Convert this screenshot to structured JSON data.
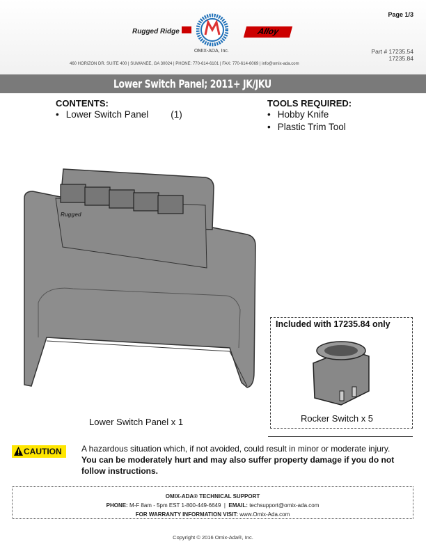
{
  "header": {
    "page": "Page 1/3",
    "brand_left": "Rugged Ridge",
    "brand_center": "OMIX-ADA, Inc.",
    "brand_right": "Alloy",
    "part_label": "Part # 17235.54",
    "part_alt": "17235.84",
    "address": "460 HORIZON DR. SUITE 400  |  SUWANEE, GA 30024  |  PHONE: 770-614-6101  |  FAX: 770-614-6069  |  info@omix-ada.com"
  },
  "title": "Lower Switch Panel; 2011+ JK/JKU",
  "contents": {
    "heading": "CONTENTS:",
    "items": [
      {
        "name": "Lower Switch Panel",
        "qty": "(1)"
      }
    ]
  },
  "tools": {
    "heading": "TOOLS REQUIRED:",
    "items": [
      "Hobby Knife",
      "Plastic Trim Tool"
    ]
  },
  "figures": {
    "panel_caption": "Lower Switch Panel x 1",
    "included_label": "Included with 17235.84 only",
    "switch_caption": "Rocker Switch x 5"
  },
  "caution": {
    "badge": "CAUTION",
    "text": "A hazardous situation which, if not avoided, could result in minor or moderate injury.",
    "bold": "You can be moderately hurt and may also suffer property damage if you do not follow instructions."
  },
  "support": {
    "title": "OMIX-ADA® TECHNICAL SUPPORT",
    "phone_label": "PHONE:",
    "phone": "M-F  8am - 5pm EST 1-800-449-6649",
    "email_label": "EMAIL:",
    "email": "techsupport@omix-ada.com",
    "warranty_label": "FOR WARRANTY INFORMATION VISIT:",
    "warranty_link": "www.Omix-Ada.com"
  },
  "copyright": "Copyright © 2016 Omix-Ada®, Inc."
}
